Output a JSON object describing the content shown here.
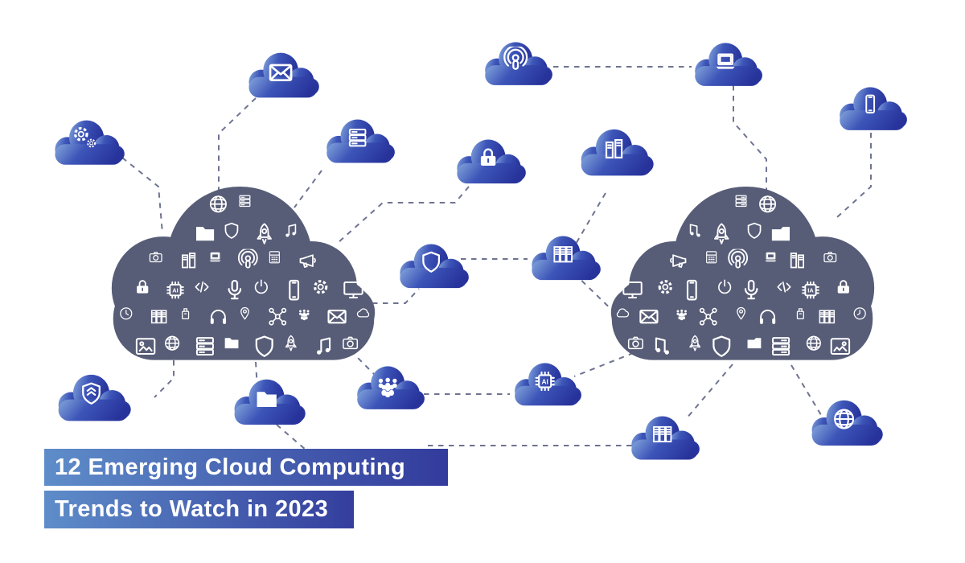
{
  "title": {
    "line1": "12 Emerging Cloud Computing",
    "line2": "Trends to Watch in 2023"
  },
  "labels": {
    "ai_chip": "AI"
  },
  "colors": {
    "background": "#FFFFFF",
    "large_cloud_fill": "#575C77",
    "small_cloud_gradient_start": "#84A6DB",
    "small_cloud_gradient_mid": "#3D55B8",
    "small_cloud_gradient_end": "#27339B",
    "banner_gradient_start": "#5E8DC9",
    "banner_gradient_end": "#333B9C",
    "banner2_gradient_end": "#343E9D",
    "connector_dash": "#555A7E",
    "icon_color": "#FFFFFF"
  },
  "small_clouds": [
    {
      "name": "settings-cloud",
      "icon": "gears-icon"
    },
    {
      "name": "email-cloud",
      "icon": "envelope-icon"
    },
    {
      "name": "storage-stack-cloud",
      "icon": "server-stack-icon"
    },
    {
      "name": "podcast-cloud",
      "icon": "podcast-icon"
    },
    {
      "name": "security-lock-cloud",
      "icon": "padlock-icon"
    },
    {
      "name": "server-towers-cloud",
      "icon": "server-towers-icon"
    },
    {
      "name": "laptop-cloud",
      "icon": "laptop-icon"
    },
    {
      "name": "mobile-cloud",
      "icon": "smartphone-icon"
    },
    {
      "name": "shield-cloud",
      "icon": "shield-icon"
    },
    {
      "name": "data-center-cloud",
      "icon": "server-racks-icon"
    },
    {
      "name": "protection-cloud",
      "icon": "shield-badge-icon"
    },
    {
      "name": "folder-cloud",
      "icon": "folder-icon"
    },
    {
      "name": "team-cloud",
      "icon": "people-icon"
    },
    {
      "name": "ai-chip-cloud",
      "icon": "ai-chip-icon"
    },
    {
      "name": "servers-cloud",
      "icon": "server-racks-icon"
    },
    {
      "name": "global-network-cloud",
      "icon": "globe-icon"
    }
  ],
  "large_clouds": [
    {
      "name": "left-tech-cloud",
      "mirrored": false,
      "icons": [
        "globe-icon",
        "server-stack-icon",
        "folder-icon",
        "shield-icon",
        "rocket-icon",
        "music-icon",
        "camera-icon",
        "server-towers-icon",
        "laptop-icon",
        "podcast-icon",
        "calculator-icon",
        "megaphone-icon",
        "padlock-icon",
        "ai-chip-icon",
        "code-icon",
        "microphone-icon",
        "power-icon",
        "smartphone-icon",
        "gear-icon",
        "monitor-icon",
        "clock-icon",
        "server-racks-icon",
        "usb-icon",
        "headphones-icon",
        "location-pin-icon",
        "network-icon",
        "people-icon",
        "envelope-icon",
        "cloud-mini-icon",
        "image-icon"
      ]
    },
    {
      "name": "right-tech-cloud",
      "mirrored": true,
      "icons": [
        "globe-icon",
        "server-stack-icon",
        "folder-icon",
        "shield-icon",
        "rocket-icon",
        "music-icon",
        "camera-icon",
        "server-towers-icon",
        "laptop-icon",
        "podcast-icon",
        "calculator-icon",
        "megaphone-icon",
        "padlock-icon",
        "ai-chip-icon",
        "code-icon",
        "microphone-icon",
        "power-icon",
        "smartphone-icon",
        "gear-icon",
        "monitor-icon",
        "clock-icon",
        "server-racks-icon",
        "usb-icon",
        "headphones-icon",
        "location-pin-icon",
        "network-icon",
        "people-icon",
        "envelope-icon",
        "cloud-mini-icon",
        "image-icon"
      ]
    }
  ]
}
